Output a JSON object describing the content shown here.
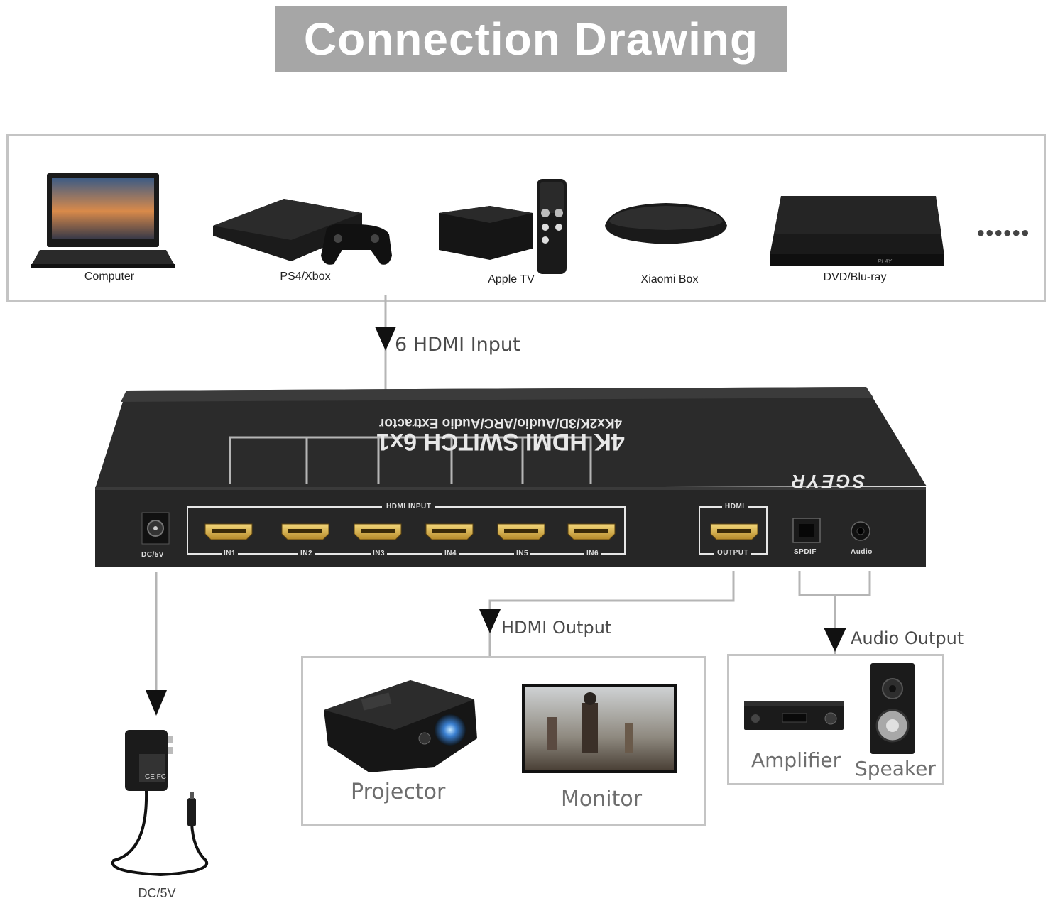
{
  "title": "Connection Drawing",
  "sources": [
    "Computer",
    "PS4/Xbox",
    "Apple TV",
    "Xiaomi Box",
    "DVD/Blu-ray"
  ],
  "more_indicator": "••••••",
  "flows": {
    "input": "6 HDMI Input",
    "hdmi_output": "HDMI Output",
    "audio_output": "Audio Output"
  },
  "device": {
    "brand": "SGEYR",
    "model": "4K HDMI SWITCH 6x1",
    "features": "4Kx2K/3D/Audio/ARC/Audio Extractor",
    "power_port": "DC/5V",
    "input_group": "HDMI INPUT",
    "inputs": [
      "IN1",
      "IN2",
      "IN3",
      "IN4",
      "IN5",
      "IN6"
    ],
    "output_group": "HDMI",
    "output_port": "OUTPUT",
    "spdif": "SPDIF",
    "audio": "Audio"
  },
  "video_outputs": [
    "Projector",
    "Monitor"
  ],
  "audio_outputs": [
    "Amplifier",
    "Speaker"
  ],
  "power_adapter": "DC/5V"
}
